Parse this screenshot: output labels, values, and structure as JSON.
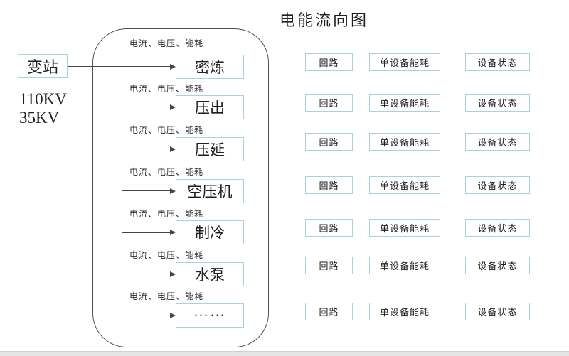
{
  "title": "电能流向图",
  "substation": {
    "label": "变站"
  },
  "voltage_labels": [
    "110KV",
    "35KV"
  ],
  "measure_label": "电流、电压、能耗",
  "equipment": [
    {
      "name": "密炼"
    },
    {
      "name": "压出"
    },
    {
      "name": "压延"
    },
    {
      "name": "空压机"
    },
    {
      "name": "制冷"
    },
    {
      "name": "水泵"
    },
    {
      "name": "……"
    }
  ],
  "panels": {
    "circuit": "回路",
    "device_energy": "单设备能耗",
    "device_status": "设备状态"
  },
  "colors": {
    "box_border": "#a8d3de",
    "outline": "#4f4f4f",
    "line": "#454545",
    "text": "#1f1f1f",
    "bottom_bar": "#e5e5e5"
  }
}
